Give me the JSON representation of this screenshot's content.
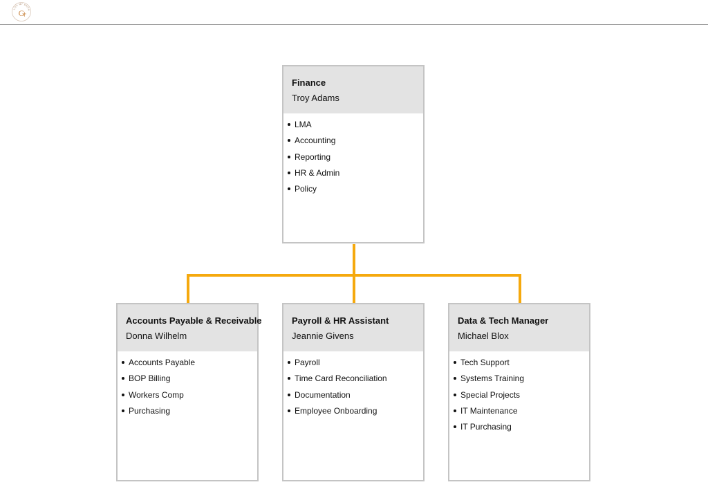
{
  "colors": {
    "connector": "#f5a90e",
    "header_bg": "#e3e3e3",
    "border": "#c4c4c4"
  },
  "logo": {
    "icon": "company-logo-icon",
    "text": "LIVE MY FAITH",
    "letter": "G"
  },
  "root": {
    "title": "Finance",
    "person": "Troy Adams",
    "items": [
      "LMA",
      "Accounting",
      "Reporting",
      "HR & Admin",
      "Policy"
    ]
  },
  "children": [
    {
      "title": "Accounts Payable & Receivable",
      "person": "Donna Wilhelm",
      "items": [
        "Accounts Payable",
        "BOP Billing",
        "Workers Comp",
        "Purchasing"
      ]
    },
    {
      "title": "Payroll & HR Assistant",
      "person": "Jeannie Givens",
      "items": [
        "Payroll",
        "Time Card Reconciliation",
        "Documentation",
        "Employee Onboarding"
      ]
    },
    {
      "title": "Data & Tech Manager",
      "person": "Michael Blox",
      "items": [
        "Tech Support",
        "Systems Training",
        "Special Projects",
        "IT Maintenance",
        "IT Purchasing"
      ]
    }
  ]
}
